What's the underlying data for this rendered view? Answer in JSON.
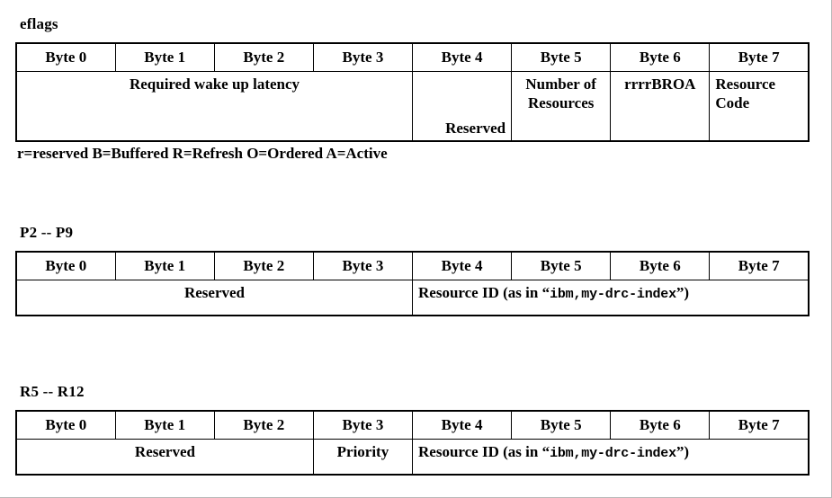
{
  "blocks": [
    {
      "id": "eflags",
      "label": "eflags",
      "headers": [
        "Byte 0",
        "Byte 1",
        "Byte 2",
        "Byte 3",
        "Byte 4",
        "Byte 5",
        "Byte 6",
        "Byte 7"
      ],
      "fields": [
        {
          "text": "Required wake up latency",
          "span": 4,
          "align": "center",
          "valign": "top"
        },
        {
          "text": "Reserved",
          "span": 1,
          "align": "right",
          "valign": "bottom"
        },
        {
          "text": "Number of Resources",
          "span": 1,
          "align": "center",
          "valign": "top"
        },
        {
          "text": "rrrrBROA",
          "span": 1,
          "align": "center",
          "valign": "top"
        },
        {
          "text": "Resource Code",
          "span": 1,
          "align": "left",
          "valign": "top"
        }
      ],
      "legend": "r=reserved B=Buffered R=Refresh O=Ordered A=Active"
    },
    {
      "id": "p2p9",
      "label": "P2 -- P9",
      "headers": [
        "Byte 0",
        "Byte 1",
        "Byte 2",
        "Byte 3",
        "Byte 4",
        "Byte 5",
        "Byte 6",
        "Byte 7"
      ],
      "fields": [
        {
          "text": "Reserved",
          "span": 4,
          "align": "center",
          "valign": "top"
        },
        {
          "text": "Resource ID (as in “ibm,my-drc-index”)",
          "span": 4,
          "align": "left",
          "valign": "top",
          "rich": {
            "prefix": "Resource ID (as in “",
            "mono": "ibm,my-drc-index",
            "suffix": "”)"
          }
        }
      ],
      "legend": ""
    },
    {
      "id": "r5r12",
      "label": "R5 -- R12",
      "headers": [
        "Byte 0",
        "Byte 1",
        "Byte 2",
        "Byte 3",
        "Byte 4",
        "Byte 5",
        "Byte 6",
        "Byte 7"
      ],
      "fields": [
        {
          "text": "Reserved",
          "span": 3,
          "align": "center",
          "valign": "top"
        },
        {
          "text": "Priority",
          "span": 1,
          "align": "center",
          "valign": "top"
        },
        {
          "text": "Resource ID (as in “ibm,my-drc-index”)",
          "span": 4,
          "align": "left",
          "valign": "top",
          "rich": {
            "prefix": "Resource ID (as in “",
            "mono": "ibm,my-drc-index",
            "suffix": "”)"
          }
        }
      ],
      "legend": ""
    }
  ],
  "colors": {
    "ink": "#000000",
    "paper": "#ffffff",
    "page_border": "#b9b9b9"
  }
}
